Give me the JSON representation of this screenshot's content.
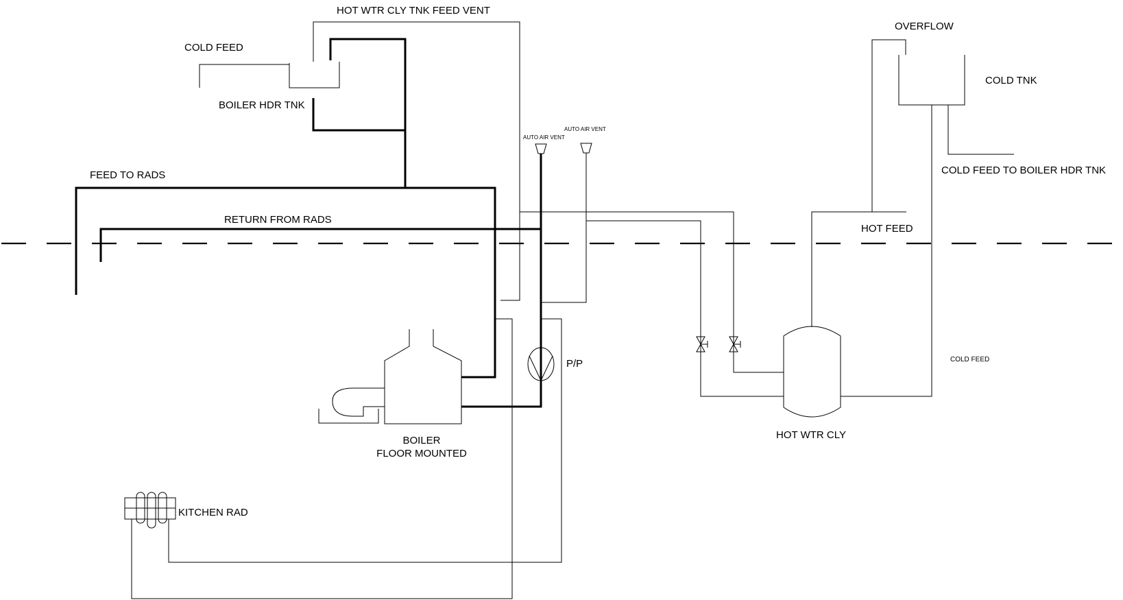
{
  "labels": {
    "hot_wtr_cly_tnk_feed_vent": "HOT WTR CLY TNK FEED VENT",
    "cold_feed_left": "COLD FEED",
    "boiler_hdr_tnk": "BOILER HDR TNK",
    "feed_to_rads": "FEED TO RADS",
    "return_from_rads": "RETURN FROM RADS",
    "auto_air_vent_1": "AUTO AIR VENT",
    "auto_air_vent_2": "AUTO AIR VENT",
    "overflow": "OVERFLOW",
    "cold_tnk": "COLD TNK",
    "cold_feed_to_boiler_hdr_tnk": "COLD FEED TO BOILER HDR TNK",
    "hot_feed": "HOT FEED",
    "pump": "P/P",
    "cold_feed_right": "COLD FEED",
    "boiler_line1": "BOILER",
    "boiler_line2": "FLOOR MOUNTED",
    "hot_wtr_cly": "HOT WTR CLY",
    "kitchen_rad": "KITCHEN RAD"
  },
  "colors": {
    "line": "#000000",
    "background": "#ffffff"
  }
}
